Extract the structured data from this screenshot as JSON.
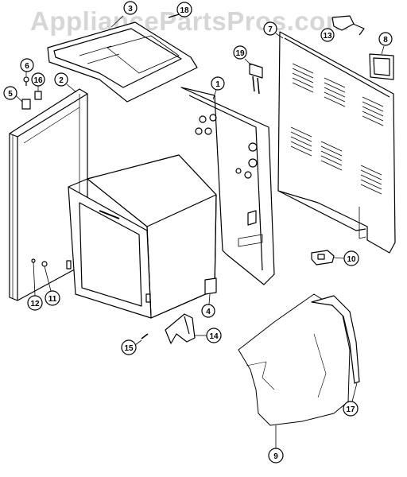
{
  "watermark": "AppliancePartsPros.com",
  "callouts": [
    {
      "id": "c1",
      "label": "1"
    },
    {
      "id": "c2",
      "label": "2"
    },
    {
      "id": "c3",
      "label": "3"
    },
    {
      "id": "c4",
      "label": "4"
    },
    {
      "id": "c5",
      "label": "5"
    },
    {
      "id": "c6",
      "label": "6"
    },
    {
      "id": "c7",
      "label": "7"
    },
    {
      "id": "c8",
      "label": "8"
    },
    {
      "id": "c9",
      "label": "9"
    },
    {
      "id": "c10",
      "label": "10"
    },
    {
      "id": "c11",
      "label": "11"
    },
    {
      "id": "c12",
      "label": "12"
    },
    {
      "id": "c13",
      "label": "13"
    },
    {
      "id": "c14",
      "label": "14"
    },
    {
      "id": "c15",
      "label": "15"
    },
    {
      "id": "c16",
      "label": "16"
    },
    {
      "id": "c17",
      "label": "17"
    },
    {
      "id": "c18",
      "label": "18"
    },
    {
      "id": "c19",
      "label": "19"
    }
  ]
}
